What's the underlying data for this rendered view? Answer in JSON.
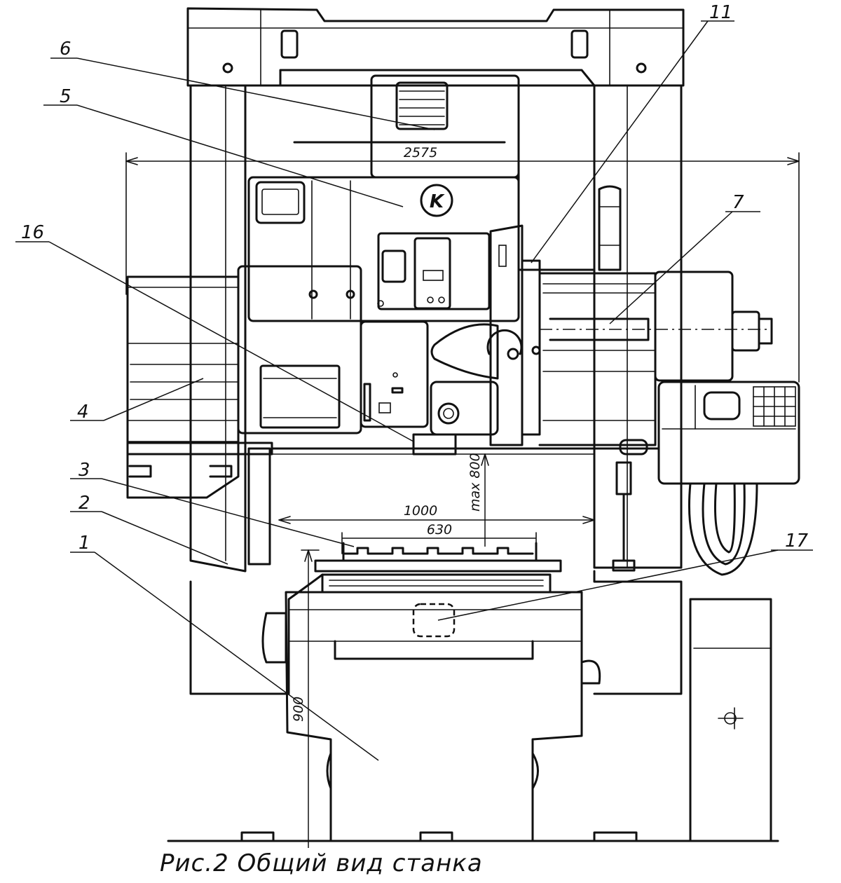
{
  "caption": "Рис.2 Общий вид станка",
  "logo_letter": "K",
  "callouts": {
    "c1": "1",
    "c2": "2",
    "c3": "3",
    "c4": "4",
    "c5": "5",
    "c6": "6",
    "c7": "7",
    "c11": "11",
    "c16": "16",
    "c17": "17"
  },
  "dimensions": {
    "overall_width": "2575",
    "table_travel": "1000",
    "table_width": "630",
    "height_max": "max 800",
    "table_height": "900"
  }
}
